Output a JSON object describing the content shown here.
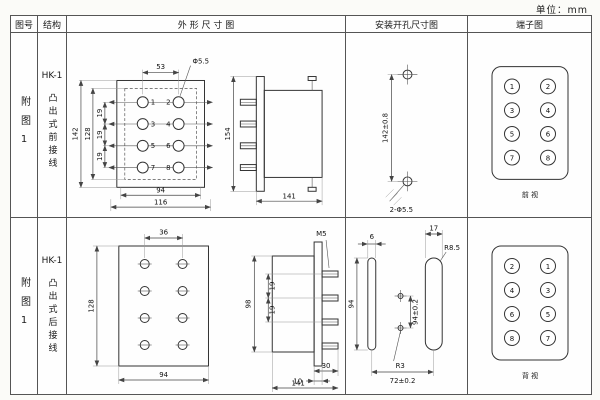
{
  "unit_label": "单位：mm",
  "header": {
    "col_fig": "图号",
    "col_struct": "结构",
    "col_outline": "外 形 尺 寸 图",
    "col_mounting": "安装开孔尺寸图",
    "col_terminal": "端子图"
  },
  "rows": [
    {
      "fig_no": "附图1",
      "model": "HK-1",
      "structure": "凸出式前接线",
      "outline": {
        "dim_span": "53",
        "dim_hole": "Φ5.5",
        "dim_height_outer": "142",
        "dim_height_inner": "128",
        "pitch": "19",
        "dim_width_inner": "94",
        "dim_width_outer": "116",
        "side_height": "154",
        "side_depth": "141"
      },
      "mounting": {
        "dim_vertical": "142±0.8",
        "hole_label": "2-Φ5.5"
      },
      "terminal": {
        "cells": [
          [
            "1",
            "2"
          ],
          [
            "3",
            "4"
          ],
          [
            "5",
            "6"
          ],
          [
            "7",
            "8"
          ]
        ],
        "view_label": "前 视"
      }
    },
    {
      "fig_no": "附图1",
      "model": "HK-1",
      "structure": "凸出式后接线",
      "outline": {
        "dim_span": "36",
        "dim_height": "128",
        "dim_width": "94",
        "screw_label": "M5",
        "side_height": "98",
        "pitch": "19",
        "dim_b30": "30",
        "dim_b10": "10",
        "side_depth": "141"
      },
      "mounting": {
        "dim_slot_width_large": "17",
        "dim_slot_width_small": "6",
        "radius_large": "R8.5",
        "slot_length": "94",
        "dim_center": "94±0.2",
        "radius_small": "R3",
        "dim_bottom": "72±0.2"
      },
      "terminal": {
        "cells": [
          [
            "2",
            "1"
          ],
          [
            "4",
            "3"
          ],
          [
            "6",
            "5"
          ],
          [
            "8",
            "7"
          ]
        ],
        "view_label": "背 视"
      }
    }
  ]
}
